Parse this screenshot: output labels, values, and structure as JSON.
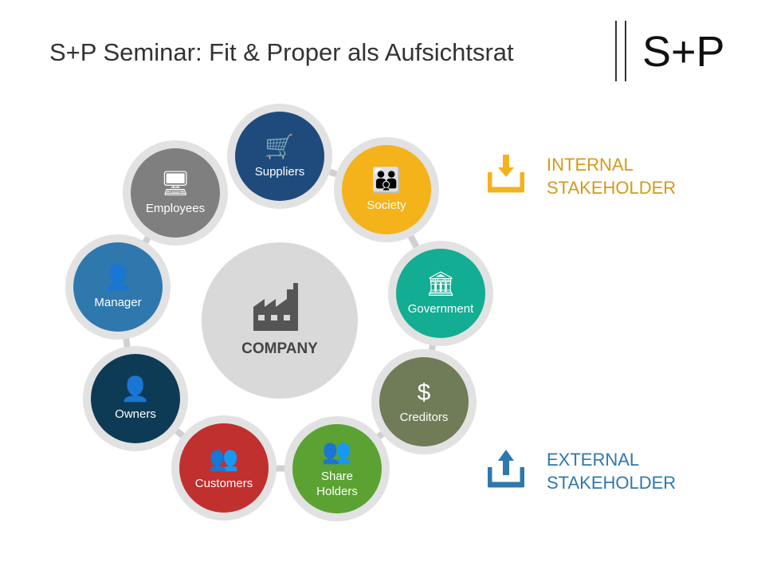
{
  "title": "S+P Seminar: Fit & Proper als Aufsichtsrat",
  "logo": "S+P",
  "center": {
    "label": "COMPANY",
    "icon": "factory-icon"
  },
  "nodes": [
    {
      "label": "Suppliers",
      "icon": "worker-cart-icon",
      "color": "#1f4a7c"
    },
    {
      "label": "Society",
      "icon": "group-icon",
      "color": "#f4b31a"
    },
    {
      "label": "Government",
      "icon": "bank-building-icon",
      "color": "#12ad93"
    },
    {
      "label": "Creditors",
      "icon": "money-bag-icon",
      "color": "#6f7c57"
    },
    {
      "label": "Share Holders",
      "icon": "team-icon",
      "color": "#5ba233"
    },
    {
      "label": "Customers",
      "icon": "people-icon",
      "color": "#c0302e"
    },
    {
      "label": "Owners",
      "icon": "businessman-icon",
      "color": "#0d3b55"
    },
    {
      "label": "Manager",
      "icon": "manager-icon",
      "color": "#2e78ae"
    },
    {
      "label": "Employees",
      "icon": "desk-clerk-icon",
      "color": "#7f7f7f"
    }
  ],
  "legend": {
    "internal": {
      "line1": "INTERNAL",
      "line2": "STAKEHOLDER",
      "color": "#d19b1a",
      "icon_color": "#f4b31a"
    },
    "external": {
      "line1": "EXTERNAL",
      "line2": "STAKEHOLDER",
      "color": "#2e78ae",
      "icon_color": "#2e78ae"
    }
  }
}
